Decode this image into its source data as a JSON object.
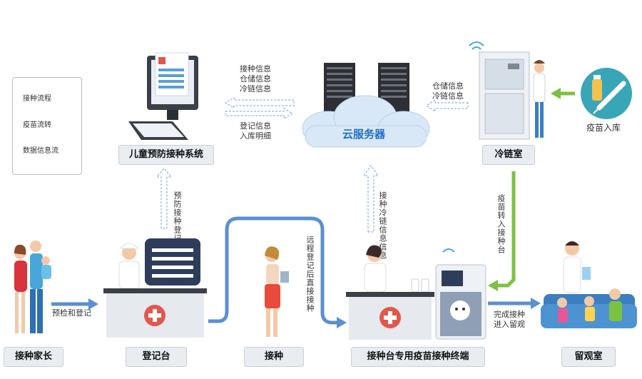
{
  "legend": {
    "items": [
      "接种流程",
      "疫苗流转",
      "数据信息流"
    ],
    "colors": {
      "flow": "#5b8fd0",
      "vaccine": "#7dc142",
      "data": "#6fa3dc"
    }
  },
  "nodes": {
    "system": "儿童预防接种系统",
    "cloud": "云服务器",
    "cold_room": "冷链室",
    "vaccine_in": "疫苗入库",
    "parent": "接种家长",
    "register_desk": "登记台",
    "vaccinate": "接种",
    "terminal": "接种台专用疫苗接种终端",
    "observe": "留观室"
  },
  "flows": {
    "to_system_down_1": "接种信息",
    "to_system_down_2": "仓储信息",
    "to_system_down_3": "冷链信息",
    "to_cloud_up_1": "登记信息",
    "to_cloud_up_2": "入库明细",
    "cold_to_cloud_1": "仓储信息",
    "cold_to_cloud_2": "冷链信息",
    "desk_up": "预防接种登记信息",
    "terminal_up": "接种冷链信息信息",
    "cold_down": "疫苗转入接种台",
    "remote": "远程登记后直接接种",
    "precheck": "预检和登记",
    "finish_1": "完成接种",
    "finish_2": "进入留观"
  },
  "icons": [
    "monitor-icon",
    "server-icon",
    "fridge-icon",
    "vaccine-icon",
    "family-icon",
    "nurse-icon",
    "doctor-icon",
    "robot-icon",
    "sofa-icon"
  ]
}
